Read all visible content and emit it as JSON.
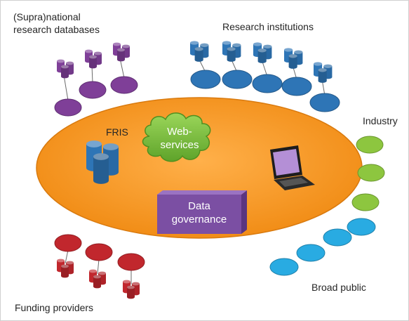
{
  "labels": {
    "supranational_line1": "(Supra)national",
    "supranational_line2": "research databases",
    "research_institutions": "Research institutions",
    "industry": "Industry",
    "fris": "FRIS",
    "web_services_line1": "Web-",
    "web_services_line2": "services",
    "data_governance_line1": "Data",
    "data_governance_line2": "governance",
    "broad_public": "Broad public",
    "funding_providers": "Funding providers"
  },
  "colors": {
    "central_ellipse": "#f7941d",
    "supranational": "#7f3f98",
    "research_institutions": "#2e75b6",
    "industry": "#8dc63f",
    "broad_public": "#29abe2",
    "funding_providers": "#c1272d",
    "cloud": "#7ac143",
    "data_governance_box": "#7b4fa3",
    "fris_db": "#2e75b6"
  },
  "icons": {
    "database": "database-icon",
    "laptop": "laptop-icon",
    "cloud": "cloud-icon"
  }
}
